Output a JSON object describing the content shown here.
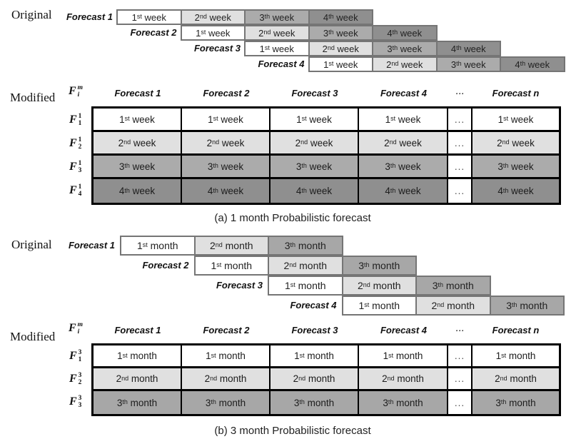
{
  "colors": {
    "stair_border": "#757575",
    "table_border": "#000000",
    "shade_1": "#ffffff",
    "shade_2": "#e0e0e0",
    "shade_3": "#ababab",
    "shade_4": "#8f8f8f"
  },
  "sections": [
    {
      "id": "a",
      "original_label": "Original",
      "modified_label": "Modified",
      "caption": "(a) 1 month Probabilistic forecast",
      "unit": "week",
      "shades": [
        "#ffffff",
        "#e0e0e0",
        "#ababab",
        "#8f8f8f"
      ],
      "cells": [
        {
          "num": "1",
          "ord": "st"
        },
        {
          "num": "2",
          "ord": "nd"
        },
        {
          "num": "3",
          "ord": "th"
        },
        {
          "num": "4",
          "ord": "th"
        }
      ],
      "staircase_labels": [
        "Forecast 1",
        "Forecast 2",
        "Forecast 3",
        "Forecast 4"
      ],
      "table": {
        "corner": {
          "base": "F",
          "sup": "m",
          "sub": "i"
        },
        "col_headers": [
          "Forecast 1",
          "Forecast 2",
          "Forecast 3",
          "Forecast 4"
        ],
        "dots_header": "...",
        "last_col_header": "Forecast n",
        "dots_cell": "...",
        "row_labels": [
          {
            "base": "F",
            "sup": "1",
            "sub": "1"
          },
          {
            "base": "F",
            "sup": "1",
            "sub": "2"
          },
          {
            "base": "F",
            "sup": "1",
            "sub": "3"
          },
          {
            "base": "F",
            "sup": "1",
            "sub": "4"
          }
        ]
      }
    },
    {
      "id": "b",
      "original_label": "Original",
      "modified_label": "Modified",
      "caption": "(b) 3 month Probabilistic forecast",
      "unit": "month",
      "shades": [
        "#ffffff",
        "#e0e0e0",
        "#a7a7a7"
      ],
      "cells": [
        {
          "num": "1",
          "ord": "st"
        },
        {
          "num": "2",
          "ord": "nd"
        },
        {
          "num": "3",
          "ord": "th"
        }
      ],
      "staircase_labels": [
        "Forecast 1",
        "Forecast 2",
        "Forecast 3",
        "Forecast 4"
      ],
      "table": {
        "corner": {
          "base": "F",
          "sup": "m",
          "sub": "i"
        },
        "col_headers": [
          "Forecast 1",
          "Forecast 2",
          "Forecast 3",
          "Forecast 4"
        ],
        "dots_header": "...",
        "last_col_header": "Forecast n",
        "dots_cell": "...",
        "row_labels": [
          {
            "base": "F",
            "sup": "3",
            "sub": "1"
          },
          {
            "base": "F",
            "sup": "3",
            "sub": "2"
          },
          {
            "base": "F",
            "sup": "3",
            "sub": "3"
          }
        ]
      }
    }
  ]
}
